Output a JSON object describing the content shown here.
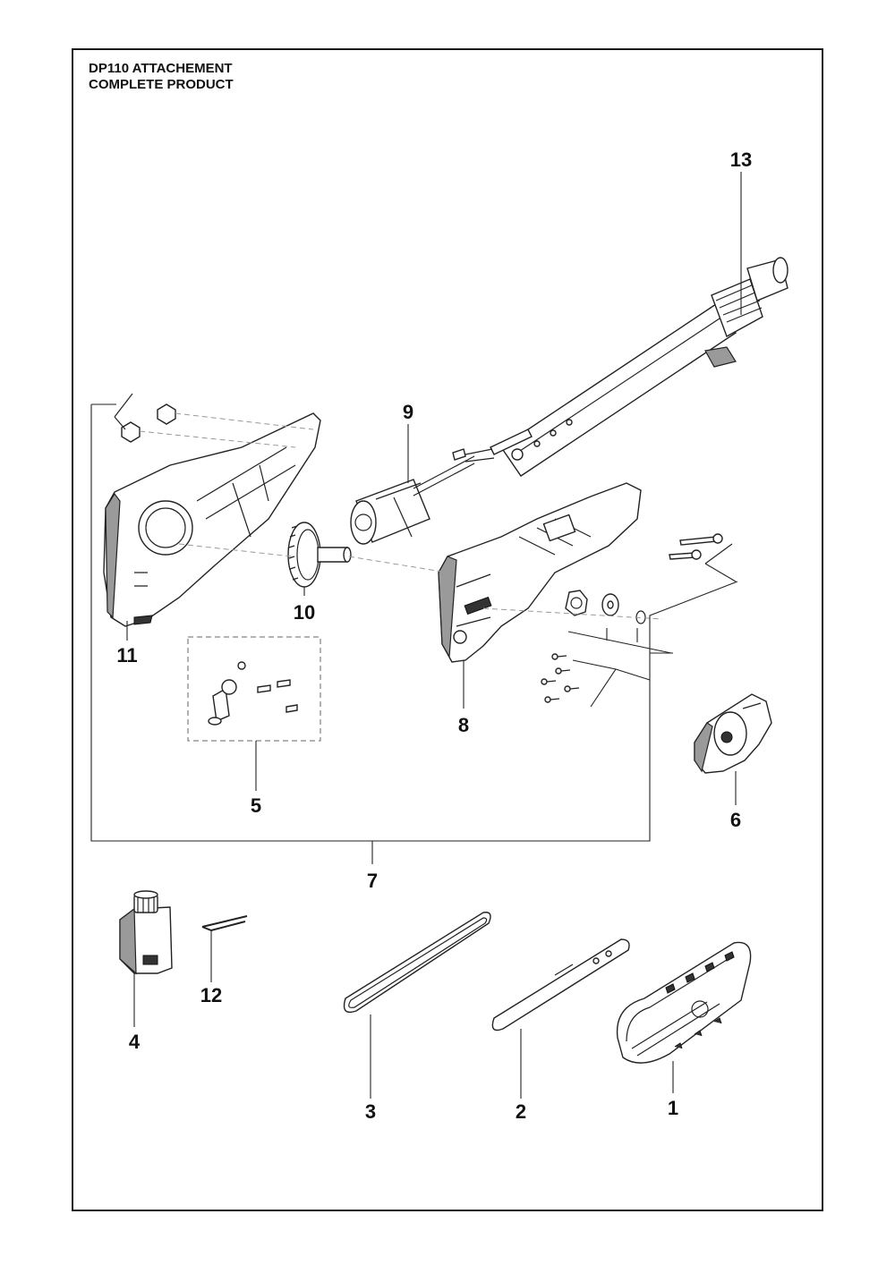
{
  "title": {
    "line1": "DP110 ATTACHEMENT",
    "line2": "COMPLETE PRODUCT"
  },
  "callouts": {
    "c1": "1",
    "c2": "2",
    "c3": "3",
    "c4": "4",
    "c5": "5",
    "c6": "6",
    "c7": "7",
    "c8": "8",
    "c9": "9",
    "c10": "10",
    "c11": "11",
    "c12": "12",
    "c13": "13"
  }
}
